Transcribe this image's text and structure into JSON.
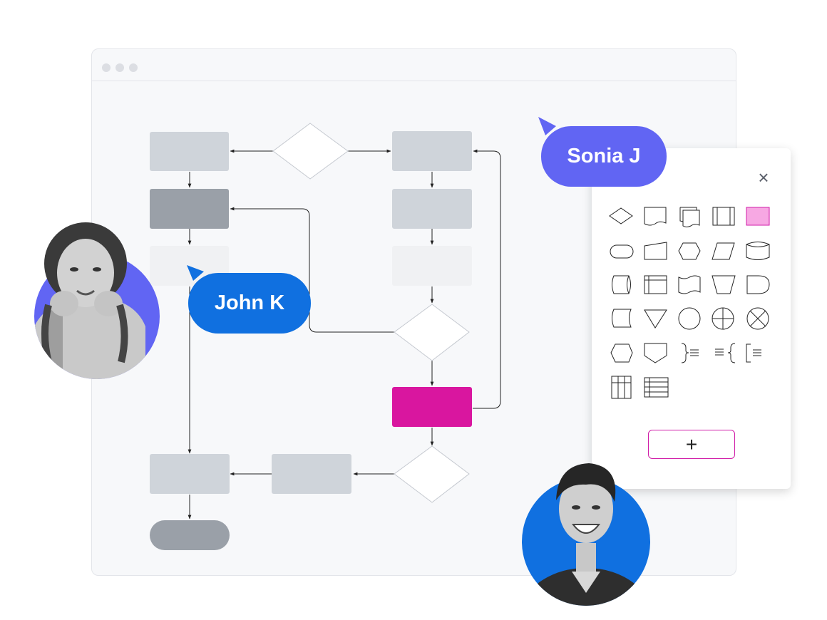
{
  "window": {
    "controls": [
      "close",
      "minimize",
      "maximize"
    ]
  },
  "collaborators": [
    {
      "name": "Sonia J",
      "color": "#6165f3"
    },
    {
      "name": "John K",
      "color": "#1070e0"
    }
  ],
  "shapes_panel": {
    "close_icon": "×",
    "add_label": "+",
    "shapes": [
      "decision",
      "document",
      "multi-document",
      "predefined-process",
      "process-selected",
      "terminator",
      "manual-input",
      "preparation",
      "data",
      "database",
      "direct-access-storage",
      "internal-storage",
      "punched-tape",
      "manual-operation",
      "delay",
      "stored-data",
      "merge",
      "connector",
      "summing-junction",
      "or",
      "display",
      "off-page-connector",
      "annotation-right",
      "annotation-left",
      "annotation-bracket",
      "table",
      "list"
    ]
  },
  "colors": {
    "node_light": "#cfd4da",
    "node_dark": "#9aa0a8",
    "node_faint": "#f0f1f3",
    "node_accent": "#d9169f",
    "shape_selected": "#f7a8e3"
  }
}
